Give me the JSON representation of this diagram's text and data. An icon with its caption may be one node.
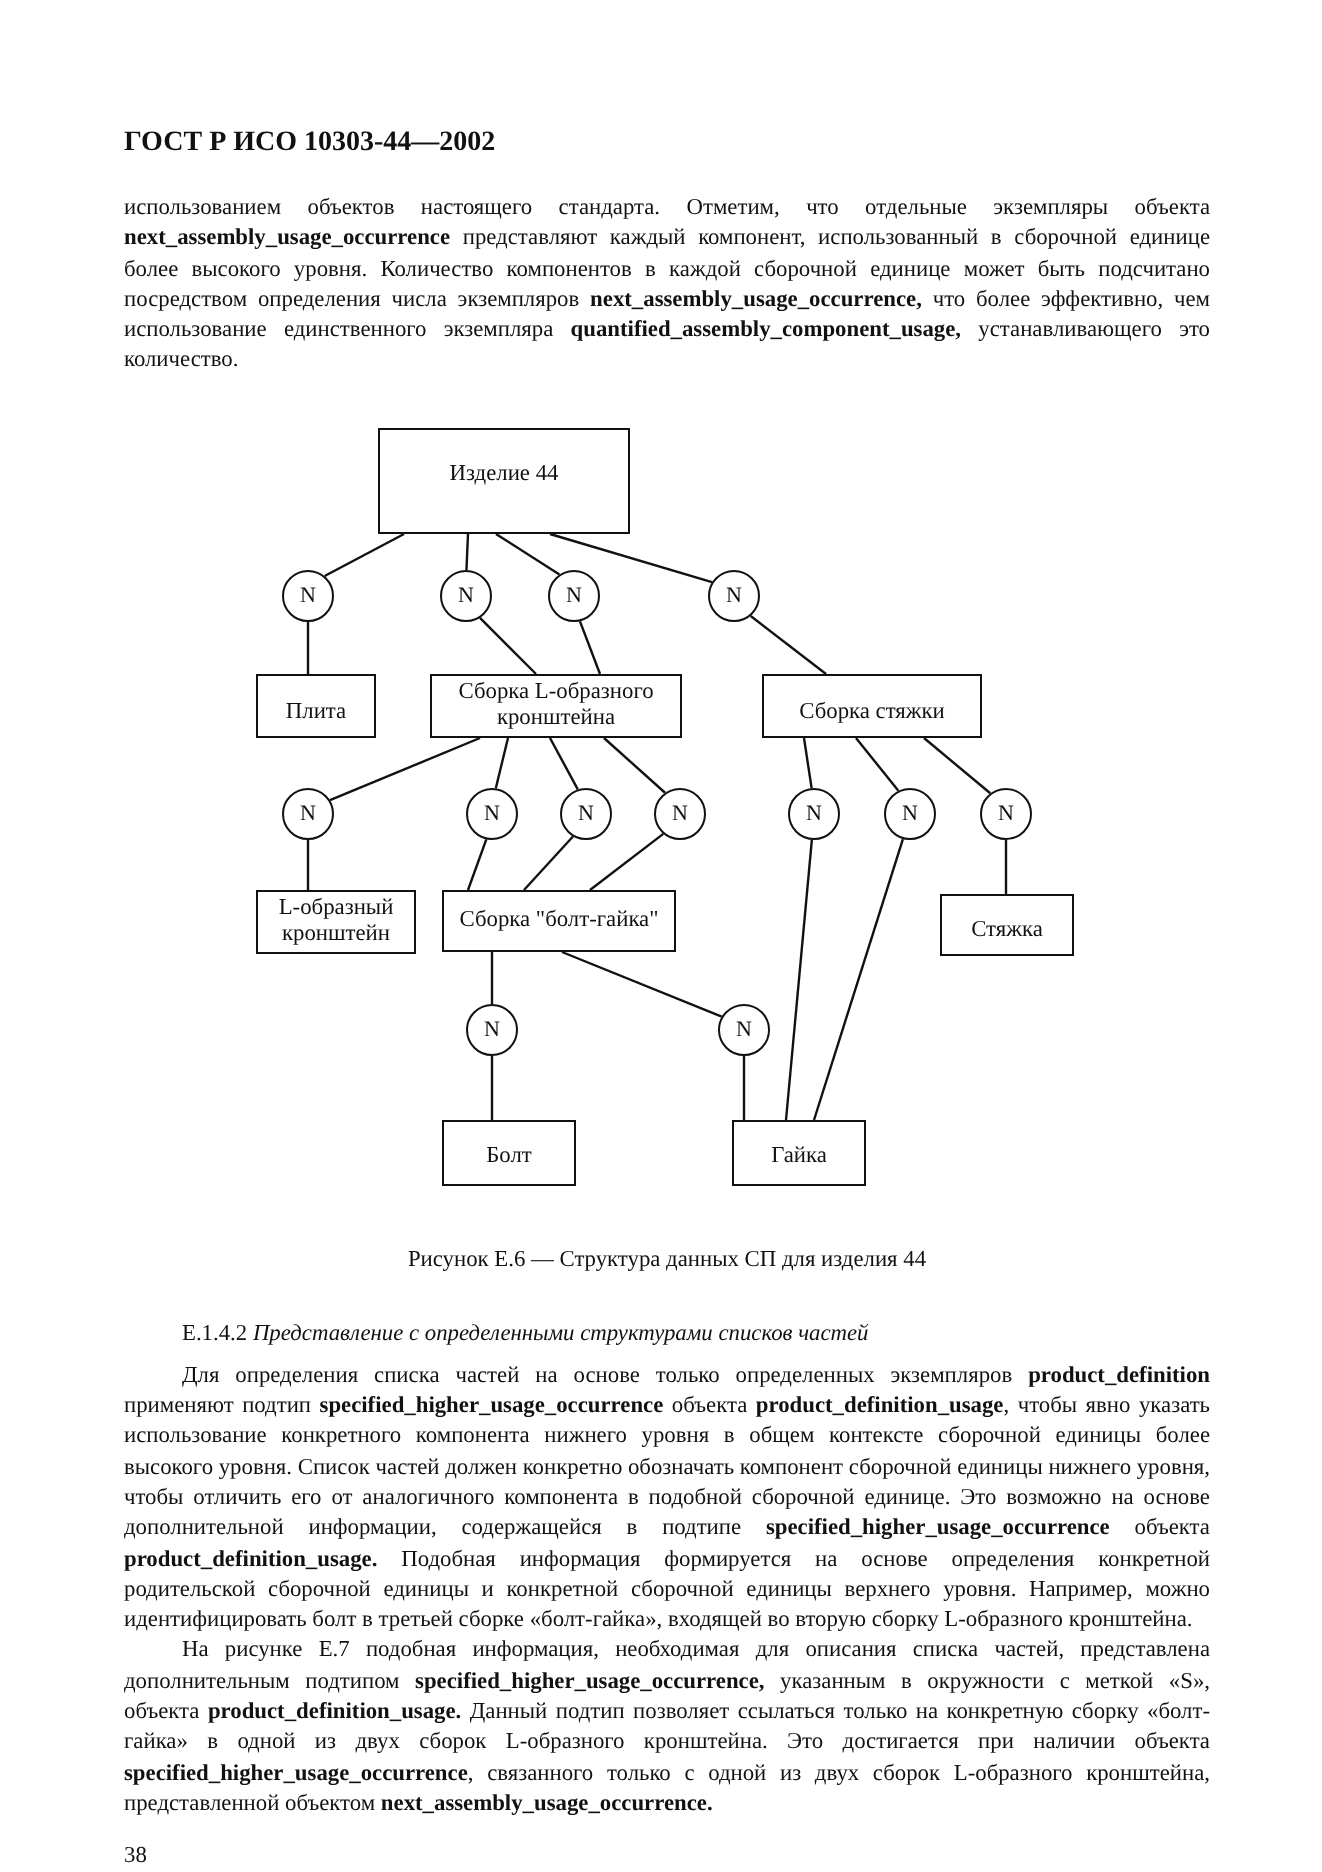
{
  "diagram": {
    "caption": "Рисунок Е.6 — Структура данных СП для изделия 44",
    "nodes": [
      {
        "text": [
          "Изделие 44"
        ]
      },
      {
        "text": [
          "N"
        ]
      },
      {
        "text": [
          "N"
        ]
      },
      {
        "text": [
          "N"
        ]
      },
      {
        "text": [
          "N"
        ]
      },
      {
        "text": [
          "Плита"
        ]
      },
      {
        "text": [
          "Сборка L-образного кронштейна"
        ]
      },
      {
        "text": [
          "Сборка стяжки"
        ]
      },
      {
        "text": [
          "N"
        ]
      },
      {
        "text": [
          "N"
        ]
      },
      {
        "text": [
          "N"
        ]
      },
      {
        "text": [
          "N"
        ]
      },
      {
        "text": [
          "N"
        ]
      },
      {
        "text": [
          "N"
        ]
      },
      {
        "text": [
          "N"
        ]
      },
      {
        "text": [
          "L-образный кронштейн"
        ]
      },
      {
        "text": [
          "Сборка \"болт-гайка\""
        ]
      },
      {
        "text": [
          "Стяжка"
        ]
      },
      {
        "text": [
          "N"
        ]
      },
      {
        "text": [
          "N"
        ]
      },
      {
        "text": [
          "Болт"
        ]
      },
      {
        "text": [
          "Гайка"
        ]
      }
    ],
    "edges": [
      {
        "from": 0,
        "to": 1,
        "arrow": "none"
      },
      {
        "from": 0,
        "to": 2,
        "arrow": "none"
      },
      {
        "from": 0,
        "to": 3,
        "arrow": "none"
      },
      {
        "from": 0,
        "to": 4,
        "arrow": "none"
      },
      {
        "from": 1,
        "to": 5,
        "arrow": "none"
      },
      {
        "from": 2,
        "to": 6,
        "arrow": "none"
      },
      {
        "from": 3,
        "to": 6,
        "arrow": "none"
      },
      {
        "from": 4,
        "to": 7,
        "arrow": "none"
      },
      {
        "from": 6,
        "to": 8,
        "arrow": "none"
      },
      {
        "from": 6,
        "to": 9,
        "arrow": "none"
      },
      {
        "from": 6,
        "to": 10,
        "arrow": "none"
      },
      {
        "from": 6,
        "to": 11,
        "arrow": "none"
      },
      {
        "from": 7,
        "to": 12,
        "arrow": "none"
      },
      {
        "from": 7,
        "to": 13,
        "arrow": "none"
      },
      {
        "from": 7,
        "to": 14,
        "arrow": "none"
      },
      {
        "from": 8,
        "to": 15,
        "arrow": "none"
      },
      {
        "from": 9,
        "to": 16,
        "arrow": "none"
      },
      {
        "from": 10,
        "to": 16,
        "arrow": "none"
      },
      {
        "from": 11,
        "to": 16,
        "arrow": "none"
      },
      {
        "from": 12,
        "to": 21,
        "arrow": "none"
      },
      {
        "from": 13,
        "to": 21,
        "arrow": "none"
      },
      {
        "from": 14,
        "to": 17,
        "arrow": "none"
      },
      {
        "from": 16,
        "to": 18,
        "arrow": "none"
      },
      {
        "from": 16,
        "to": 19,
        "arrow": "none"
      },
      {
        "from": 18,
        "to": 20,
        "arrow": "none"
      },
      {
        "from": 19,
        "to": 21,
        "arrow": "none"
      }
    ],
    "labels": [
      "ГОСТ Р ИСО 10303-44—2002",
      "использованием объектов настоящего стандарта. Отметим, что отдельные экземпляры объекта **next_assembly_usage_occurrence** представляют каждый компонент, использованный в сборочной единице более высокого уровня. Количество компонентов в каждой сборочной единице может быть подсчитано посредством определения числа экземпляров **next_assembly_usage_occurrence,** что более эффективно, чем использование единственного экземпляра **quantified_assembly_component_usage,** устанавливающего это количество.",
      "Е.1.4.2 *Представление с определенными структурами списков частей*",
      "Для определения списка частей на основе только определенных экземпляров **product_definition** применяют подтип **specified_higher_usage_occurrence** объекта **product_definition_usage**, чтобы явно указать использование конкретного компонента нижнего уровня в общем контексте сборочной единицы более высокого уровня. Список частей должен конкретно обозначать компонент сборочной единицы нижнего уровня, чтобы отличить его от аналогичного компонента в подобной сборочной единице. Это возможно на основе дополнительной информации, содержащейся в подтипе **specified_higher_usage_occurrence** объекта **product_definition_usage.** Подобная информация формируется на основе определения конкретной родительской сборочной единицы и конкретной сборочной единицы верхнего уровня. Например, можно идентифицировать болт в третьей сборке «болт-гайка», входящей во вторую сборку L-образного кронштейна.",
      "На рисунке Е.7 подобная информация, необходимая для описания списка частей, представлена дополнительным подтипом **specified_higher_usage_occurrence,** указанным в окружности с меткой «S», объекта **product_definition_usage.** Данный подтип позволяет ссылаться только на конкретную сборку «болт-гайка» в одной из двух сборок L-образного кронштейна. Это достигается при наличии объекта **specified_higher_usage_occurrence**, связанного только с одной из двух сборок L-образного кронштейна, представленной объектом **next_assembly_usage_occurrence.**",
      "38"
    ]
  }
}
